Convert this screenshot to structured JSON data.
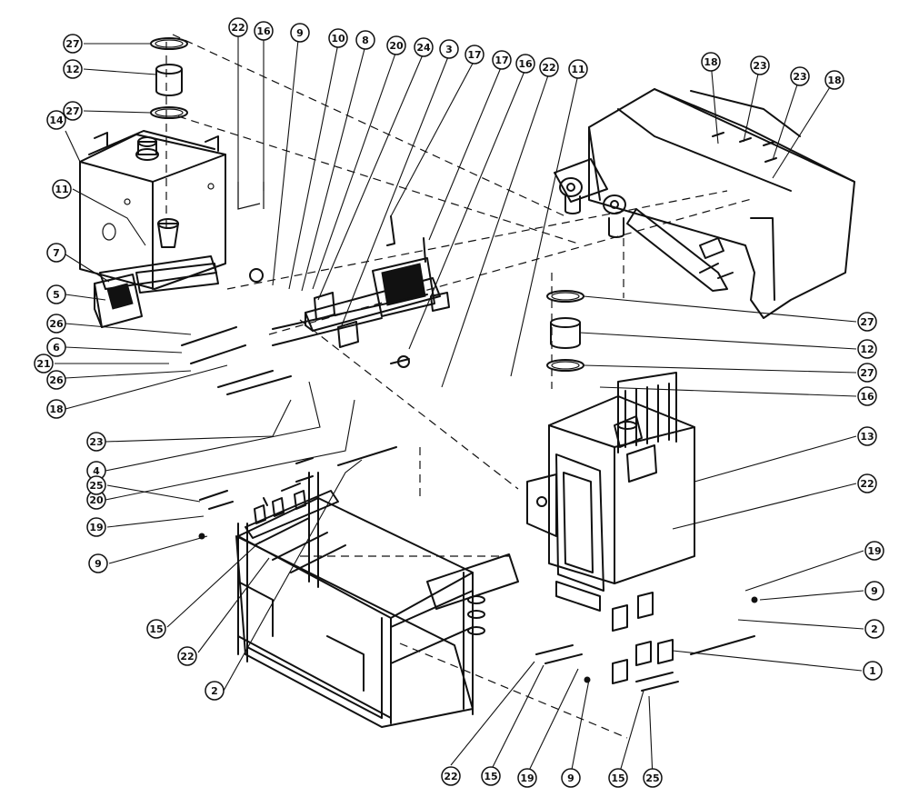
{
  "callouts": [
    {
      "id": "c27a",
      "label": "27"
    },
    {
      "id": "c12a",
      "label": "12"
    },
    {
      "id": "c27b",
      "label": "27"
    },
    {
      "id": "c14",
      "label": "14"
    },
    {
      "id": "c11a",
      "label": "11"
    },
    {
      "id": "c7",
      "label": "7"
    },
    {
      "id": "c5",
      "label": "5"
    },
    {
      "id": "c26a",
      "label": "26"
    },
    {
      "id": "c6",
      "label": "6"
    },
    {
      "id": "c21",
      "label": "21"
    },
    {
      "id": "c26b",
      "label": "26"
    },
    {
      "id": "c18a",
      "label": "18"
    },
    {
      "id": "c23a",
      "label": "23"
    },
    {
      "id": "c4",
      "label": "4"
    },
    {
      "id": "c20a",
      "label": "20"
    },
    {
      "id": "c22a",
      "label": "22"
    },
    {
      "id": "c16a",
      "label": "16"
    },
    {
      "id": "c9a",
      "label": "9"
    },
    {
      "id": "c10",
      "label": "10"
    },
    {
      "id": "c8",
      "label": "8"
    },
    {
      "id": "c20b",
      "label": "20"
    },
    {
      "id": "c24",
      "label": "24"
    },
    {
      "id": "c3",
      "label": "3"
    },
    {
      "id": "c17a",
      "label": "17"
    },
    {
      "id": "c17b",
      "label": "17"
    },
    {
      "id": "c16b",
      "label": "16"
    },
    {
      "id": "c22b",
      "label": "22"
    },
    {
      "id": "c11b",
      "label": "11"
    },
    {
      "id": "c18b",
      "label": "18"
    },
    {
      "id": "c23b",
      "label": "23"
    },
    {
      "id": "c23c",
      "label": "23"
    },
    {
      "id": "c18c",
      "label": "18"
    },
    {
      "id": "c27c",
      "label": "27"
    },
    {
      "id": "c12b",
      "label": "12"
    },
    {
      "id": "c27d",
      "label": "27"
    },
    {
      "id": "c16c",
      "label": "16"
    },
    {
      "id": "c13",
      "label": "13"
    },
    {
      "id": "c22c",
      "label": "22"
    },
    {
      "id": "c19a",
      "label": "19"
    },
    {
      "id": "c9b",
      "label": "9"
    },
    {
      "id": "c2a",
      "label": "2"
    },
    {
      "id": "c1",
      "label": "1"
    },
    {
      "id": "c25a",
      "label": "25"
    },
    {
      "id": "c19b",
      "label": "19"
    },
    {
      "id": "c9c",
      "label": "9"
    },
    {
      "id": "c15a",
      "label": "15"
    },
    {
      "id": "c22d",
      "label": "22"
    },
    {
      "id": "c2b",
      "label": "2"
    },
    {
      "id": "c22e",
      "label": "22"
    },
    {
      "id": "c15b",
      "label": "15"
    },
    {
      "id": "c19c",
      "label": "19"
    },
    {
      "id": "c9d",
      "label": "9"
    },
    {
      "id": "c15c",
      "label": "15"
    },
    {
      "id": "c25b",
      "label": "25"
    }
  ]
}
